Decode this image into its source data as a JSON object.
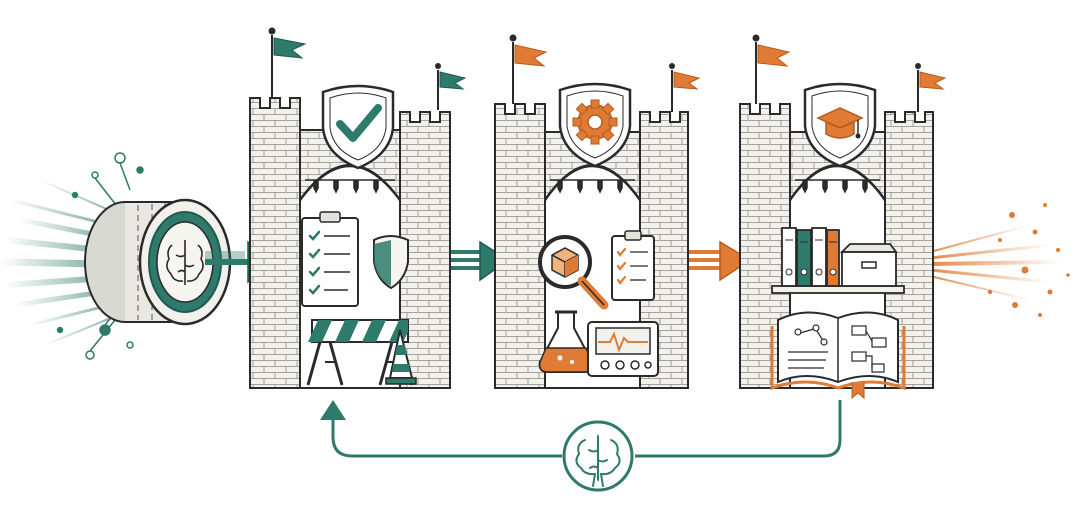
{
  "colors": {
    "teal": "#2e7a6b",
    "teal_dark": "#1f5a50",
    "orange": "#e07b35",
    "ink": "#2a2a2a",
    "stone": "#f3f1ec",
    "paper": "#ffffff"
  },
  "input_source": {
    "icon": "brain-cylinder-icon"
  },
  "gates": [
    {
      "id": "gate-1",
      "shield_icon": "checkmark-icon",
      "contents": [
        "checklist-clipboard-icon",
        "shield-icon",
        "road-barrier-icon",
        "traffic-cone-icon"
      ]
    },
    {
      "id": "gate-2",
      "shield_icon": "gear-icon",
      "contents": [
        "magnifier-cube-icon",
        "checklist-clipboard-icon",
        "flask-icon",
        "oscilloscope-icon"
      ]
    },
    {
      "id": "gate-3",
      "shield_icon": "graduation-cap-icon",
      "contents": [
        "binders-shelf-icon",
        "storage-box-icon",
        "open-book-diagram-icon"
      ]
    }
  ],
  "feedback_loop": {
    "icon": "brain-circle-icon"
  },
  "output": {
    "icon": "orange-particle-burst-icon"
  }
}
